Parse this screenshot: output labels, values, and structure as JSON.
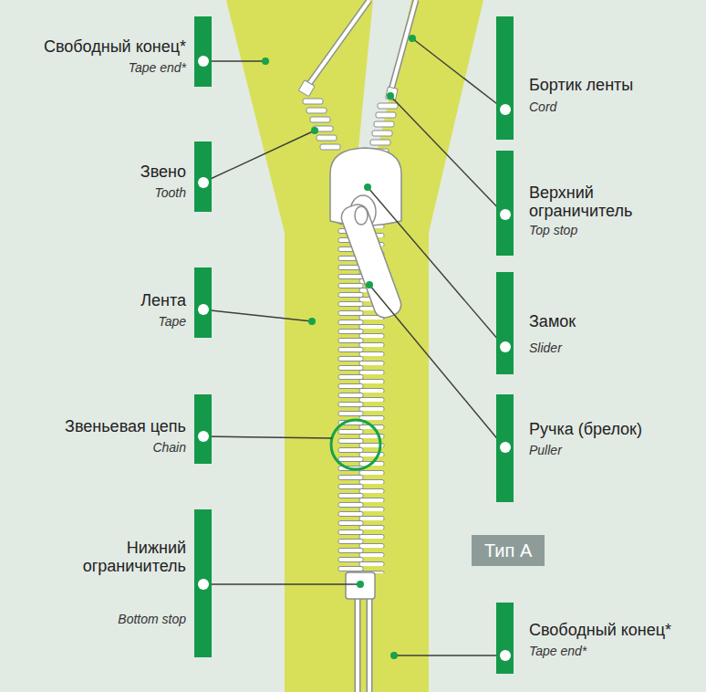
{
  "diagram": {
    "nodes": [
      {
        "text": [
          "Свободный конец*",
          "Tape end*"
        ]
      },
      {
        "text": [
          "Бортик ленты",
          "Cord"
        ]
      },
      {
        "text": [
          "Звено",
          "Tooth"
        ]
      },
      {
        "text": [
          "Верхний ограничитель",
          "Top stop"
        ]
      },
      {
        "text": [
          "Лента",
          "Tape"
        ]
      },
      {
        "text": [
          "Замок",
          "Slider"
        ]
      },
      {
        "text": [
          "Звеньевая цепь",
          "Chain"
        ]
      },
      {
        "text": [
          "Ручка (брелок)",
          "Puller"
        ]
      },
      {
        "text": [
          "Нижний ограничитель",
          "Bottom stop"
        ]
      },
      {
        "text": [
          "Тип А"
        ]
      },
      {
        "text": [
          "Свободный конец*",
          "Tape end*"
        ]
      }
    ]
  }
}
